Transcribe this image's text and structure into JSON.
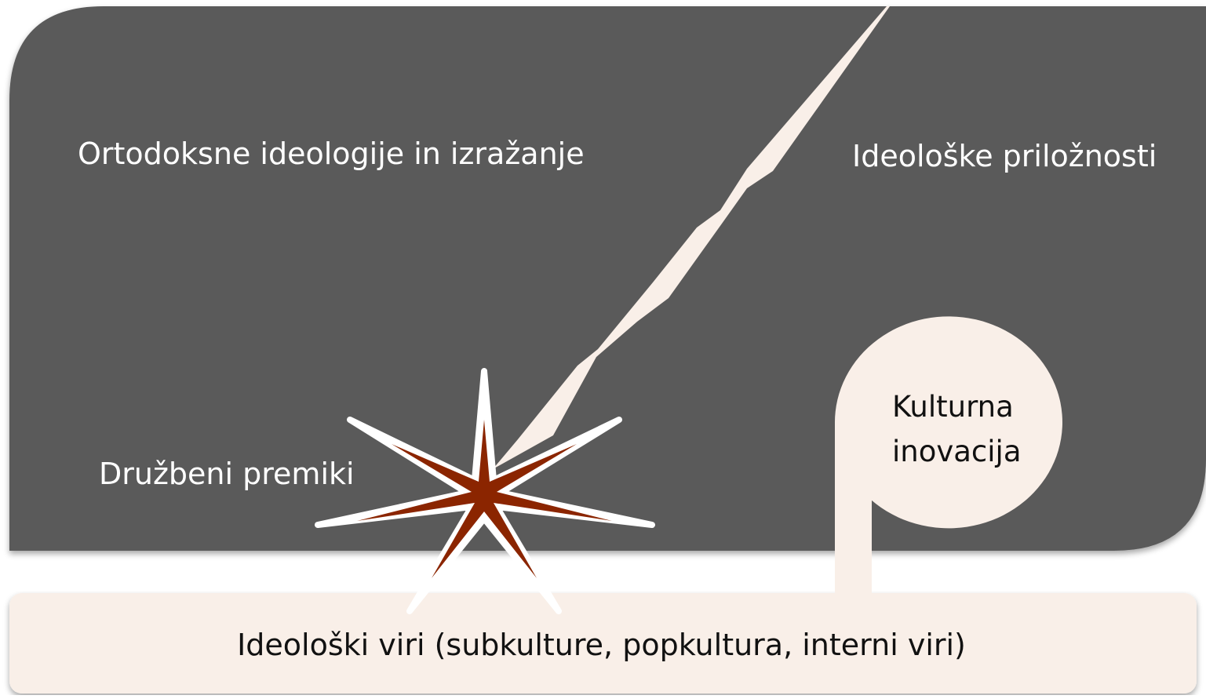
{
  "diagram": {
    "regions": {
      "orthodox_label": "Ortodoksne ideologije in izražanje",
      "opportunities_label": "Ideološke priložnosti",
      "sources_label": "Ideološki viri (subkulture, popkultura, interni viri)"
    },
    "nodes": {
      "social_shifts_label": "Družbeni premiki",
      "cultural_innovation_label": "Kulturna inovacija"
    },
    "colors": {
      "dark_panel": "#5a5a5a",
      "light_fill": "#f9efe8",
      "burst_center": "#8b2500",
      "burst_outline": "#ffffff"
    }
  }
}
